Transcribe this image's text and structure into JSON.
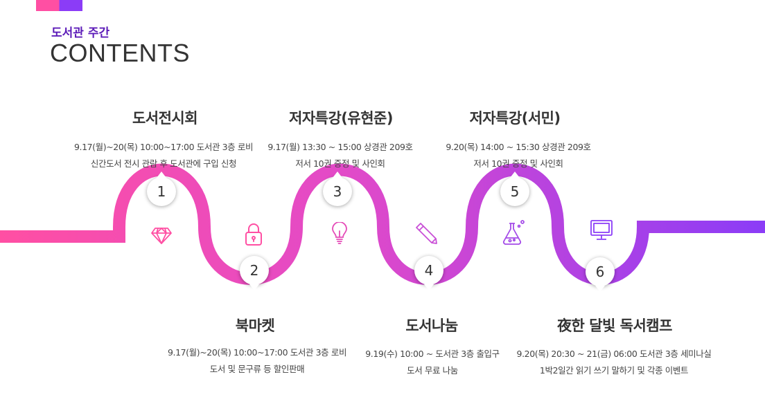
{
  "header": {
    "subtitle": "도서관 주간",
    "title": "CONTENTS"
  },
  "colors": {
    "pink": "#ff4fa3",
    "purple": "#8b3cf7",
    "subtitle": "#5c1bb8"
  },
  "items": [
    {
      "num": "1",
      "title": "도서전시회",
      "line1": "9.17(월)~20(목) 10:00~17:00 도서관 3층 로비",
      "line2": "신간도서 전시 관람 후 도서관에 구입 신청",
      "icon": "diamond-icon"
    },
    {
      "num": "2",
      "title": "북마켓",
      "line1": "9.17(월)~20(목) 10:00~17:00 도서관 3층 로비",
      "line2": "도서 및 문구류 등 할인판매",
      "icon": "lock-icon"
    },
    {
      "num": "3",
      "title": "저자특강(유현준)",
      "line1": "9.17(월) 13:30 ~ 15:00 상경관 209호",
      "line2": "저서 10권 증정 및 사인회",
      "icon": "lightbulb-icon"
    },
    {
      "num": "4",
      "title": "도서나눔",
      "line1": "9.19(수) 10:00 ~ 도서관 3층 출입구",
      "line2": "도서 무료 나눔",
      "icon": "pencil-icon"
    },
    {
      "num": "5",
      "title": "저자특강(서민)",
      "line1": "9.20(목) 14:00 ~ 15:30 상경관 209호",
      "line2": "저서 10권 증정 및 사인회",
      "icon": "flask-icon"
    },
    {
      "num": "6",
      "title": "夜한 달빛 독서캠프",
      "line1": "9.20(목) 20:30 ~  21(금) 06:00 도서관 3층 세미나실",
      "line2": "1박2일간 읽기 쓰기 말하기 및 각종 이벤트",
      "icon": "monitor-icon"
    }
  ]
}
